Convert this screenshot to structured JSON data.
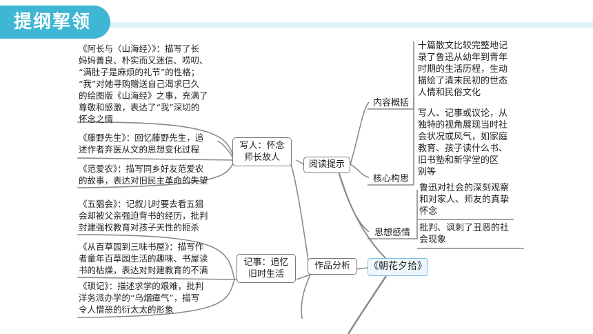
{
  "header": {
    "title": "提纲挈领"
  },
  "center": {
    "label": "《朝花夕拾》"
  },
  "branches": {
    "reading_tips": {
      "label": "阅读提示",
      "items": [
        {
          "label": "内容概括",
          "text": "十篇散文比较完整地记\n录了鲁迅从幼年到青年\n时期的生活历程，生动\n描绘了清末民初的世态\n人情和民俗文化"
        },
        {
          "label": "核心构思",
          "text": "写人、记事或议论，从\n独特的视角展现当时社\n会状况或风气，如家庭\n教育、孩子读什么书、\n旧书塾和新学堂的区\n别等"
        },
        {
          "label": "思想感情",
          "text_top": "鲁迅对社会的深刻观察\n和对家人、师友的真挚\n怀念",
          "text_bottom": "批判、讽刺了丑恶的社\n会现象"
        }
      ]
    },
    "work_analysis": {
      "label": "作品分析",
      "groups": [
        {
          "label": "写人：怀念\n师长故人",
          "items": [
            "《阿长与〈山海经〉》：描写了长\n妈妈善良、朴实而又迷信、唠叨、\n“满肚子是麻烦的礼节”的性格；\n“我”对她寻购赠送自己渴求已久\n的绘图版《山海经》之事，充满了\n尊敬和感激，表达了“我”深切的\n怀念之情",
            "《藤野先生》：回忆藤野先生，追\n述作者弃医从文的思想变化过程",
            "《范爱农》：描写同乡好友范爱农\n的故事，表达对旧民主革命的失望"
          ]
        },
        {
          "label": "记事：追忆\n旧时生活",
          "items": [
            "《五猖会》：记叙儿时要去看五猖\n会却被父亲强迫背书的经历，批判\n封建强权教育对孩子天性的扼杀",
            "《从百草园到三味书屋》：描写作\n者童年百草园生活的趣味、书屋读\n书的枯燥，表达对封建教育的不满",
            "《琐记》：描述求学的艰难，批判\n洋务派办学的“乌烟瘴气”，描写\n令人憎恶的衍太太的形象"
          ]
        }
      ]
    }
  },
  "colors": {
    "accent": "#3fb6d3",
    "line": "#8a8a8a",
    "center_border": "#7fbfe2"
  }
}
